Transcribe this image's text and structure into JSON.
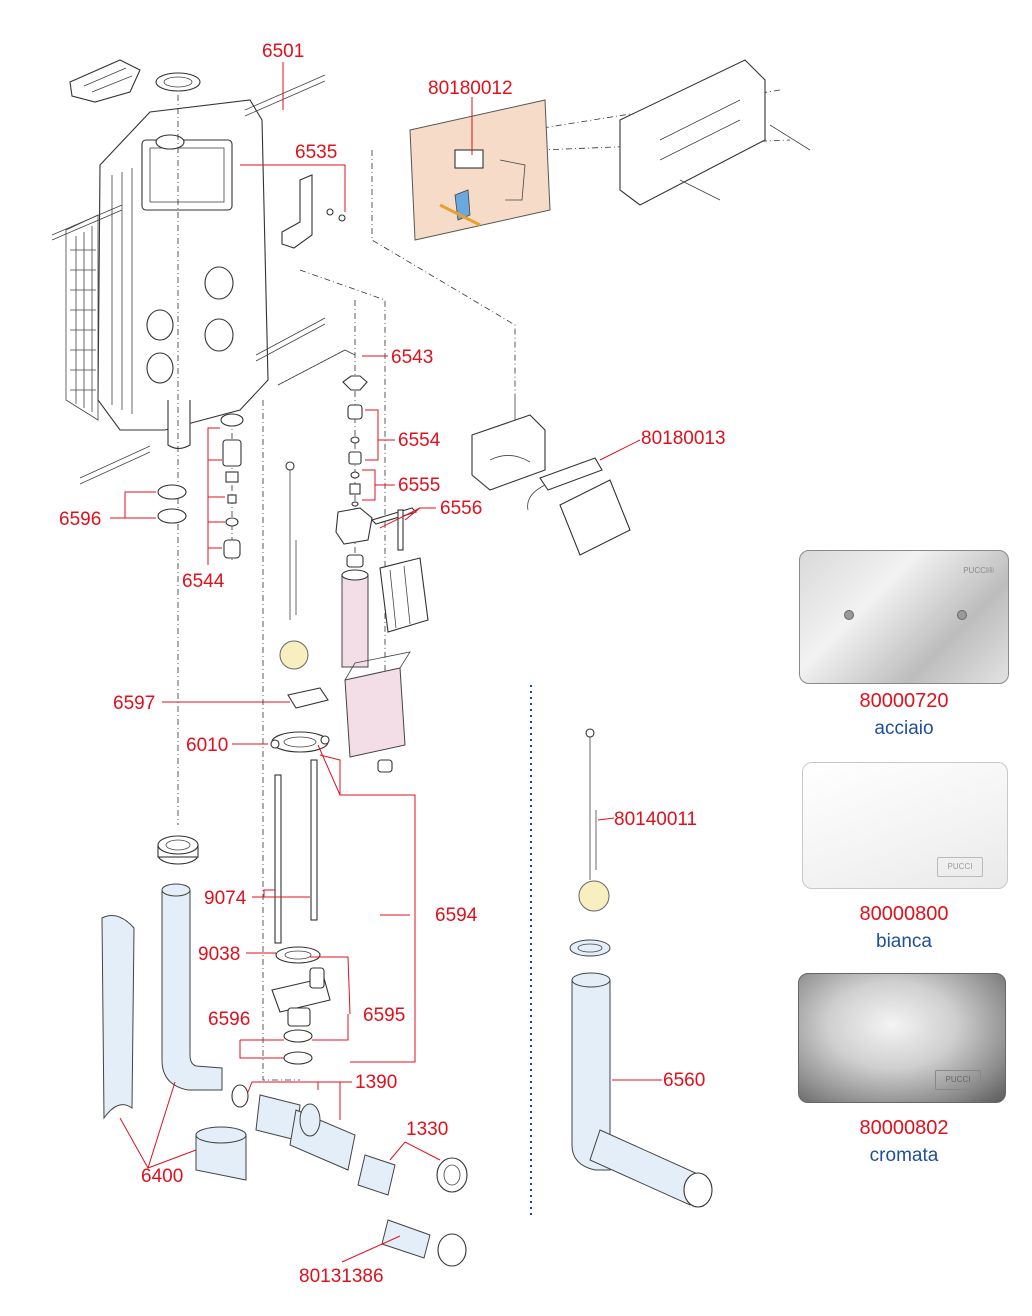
{
  "labels": {
    "l6501": "6501",
    "l6535": "6535",
    "l80180012": "80180012",
    "l6543": "6543",
    "l6554": "6554",
    "l6555": "6555",
    "l6556": "6556",
    "l80180013": "80180013",
    "l6596a": "6596",
    "l6544": "6544",
    "l6597": "6597",
    "l6010": "6010",
    "l80140011": "80140011",
    "l9074": "9074",
    "l6594": "6594",
    "l9038": "9038",
    "l6595": "6595",
    "l6596b": "6596",
    "l1390": "1390",
    "l6560": "6560",
    "l1330": "1330",
    "l6400": "6400",
    "l80131386": "80131386"
  },
  "plates": [
    {
      "code": "80000720",
      "finish": "acciaio",
      "brand": "PUCCI®"
    },
    {
      "code": "80000800",
      "finish": "bianca",
      "brand": "PUCCI"
    },
    {
      "code": "80000802",
      "finish": "cromata",
      "brand": "PUCCI"
    }
  ],
  "colors": {
    "label_red": "#e0101c",
    "finish_blue": "#1f4e9c",
    "pipe_blue": "#e4eef8",
    "cistern_pink": "#f3dde6",
    "plate_peach": "#f6dcc8",
    "float_yellow": "#f7efc0"
  }
}
